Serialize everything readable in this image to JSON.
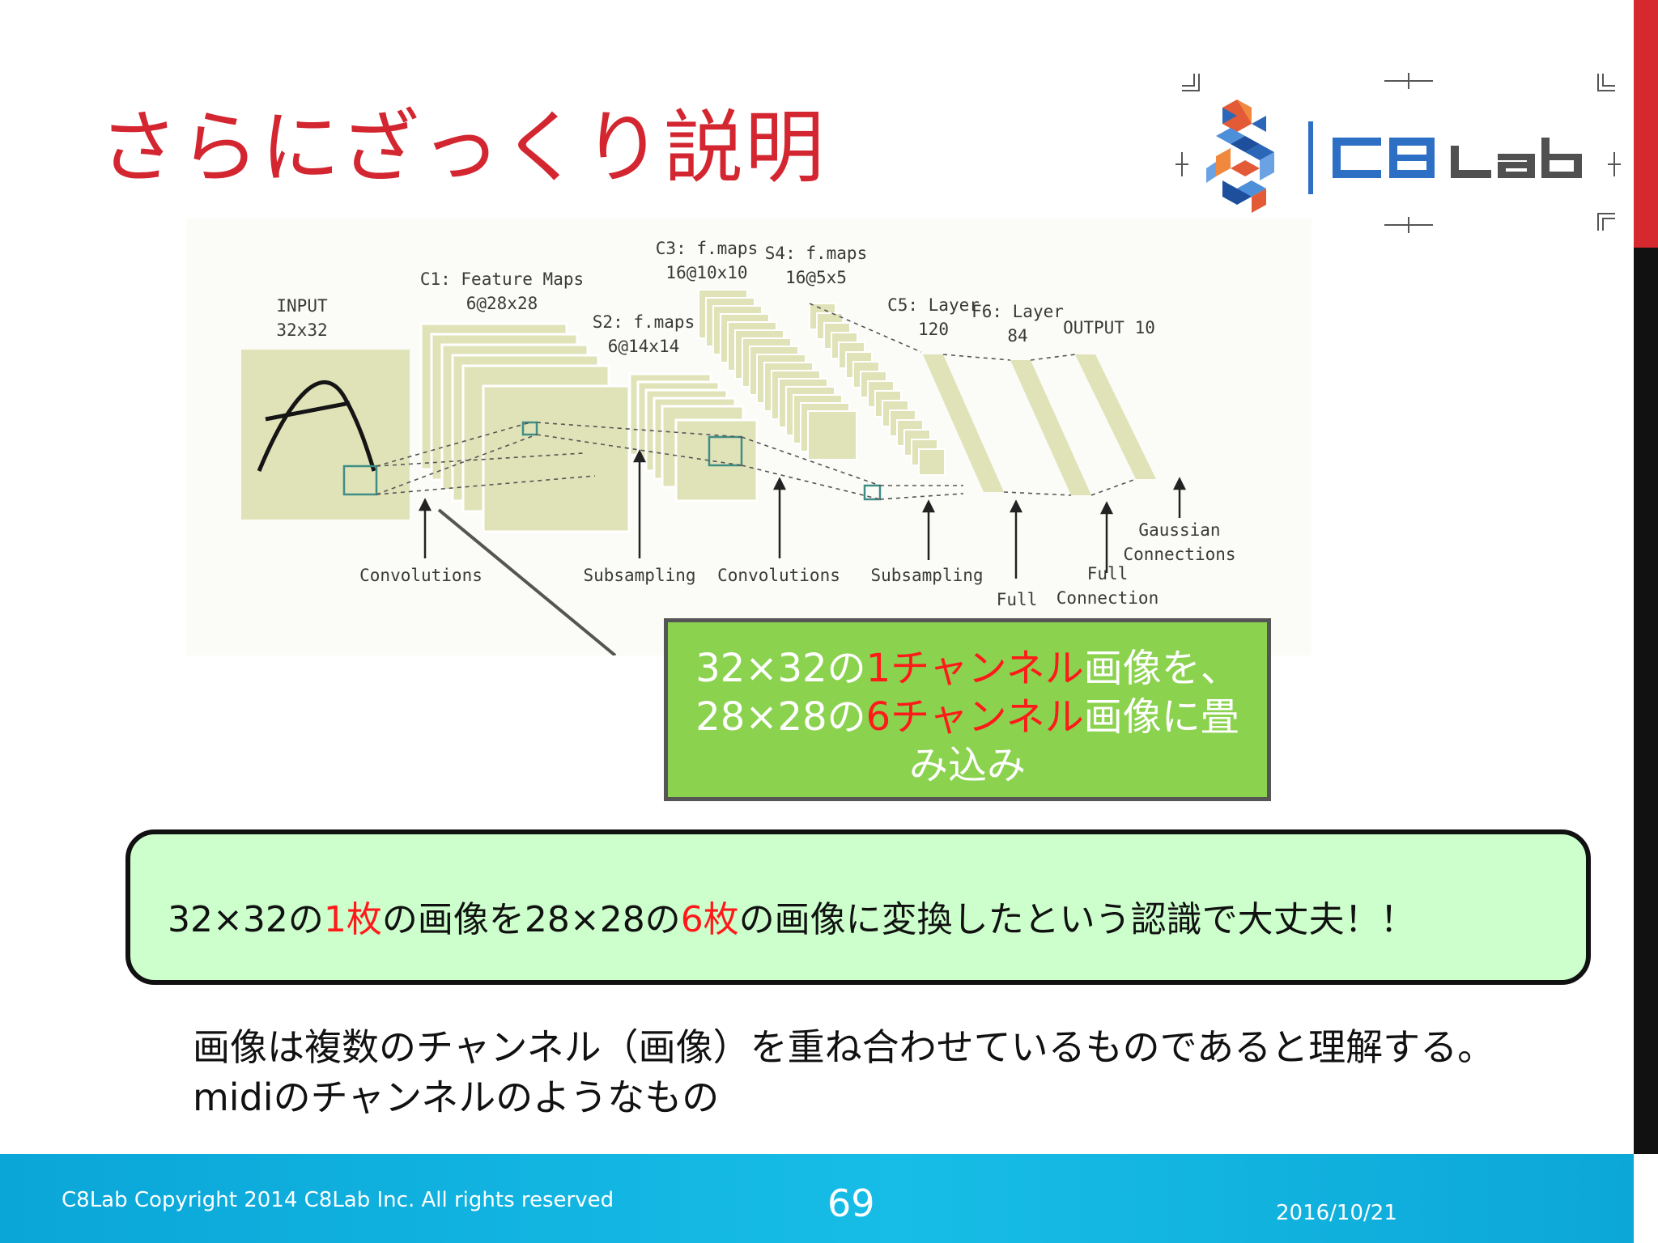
{
  "slide": {
    "title": "さらにざっくり説明",
    "logo_text": "C8 Lab",
    "accent_color": "#d32630"
  },
  "diagram": {
    "labels": {
      "input": [
        "INPUT",
        "32x32"
      ],
      "c1": [
        "C1: Feature Maps",
        "6@28x28"
      ],
      "s2": [
        "S2: f.maps",
        "6@14x14"
      ],
      "c3": [
        "C3: f.maps",
        "16@10x10"
      ],
      "s4": [
        "S4: f.maps",
        "16@5x5"
      ],
      "c5": [
        "C5: Layer",
        "120"
      ],
      "f6": [
        "F6: Layer",
        "84"
      ],
      "output": [
        "OUTPUT 10"
      ]
    },
    "ops": {
      "conv1": "Convolutions",
      "sub1": "Subsampling",
      "conv2": "Convolutions",
      "sub2": "Subsampling",
      "full1": "Full",
      "full2_a": "Full",
      "full2_b": "Connection",
      "gauss_a": "Gaussian",
      "gauss_b": "Connections"
    },
    "input_glyph": "A"
  },
  "callout": {
    "l1a": "32×32の",
    "l1b": "1チャンネル",
    "l1c": "画像を、",
    "l2a": "28×28の",
    "l2b": "6チャンネル",
    "l2c": "画像に畳",
    "l3": "み込み"
  },
  "summary": {
    "a": "32×32の",
    "b": "1枚",
    "c": "の画像を28×28の",
    "d": "6枚",
    "e": "の画像に変換したという認識で大丈夫！！"
  },
  "body": {
    "line1": "画像は複数のチャンネル（画像）を重ね合わせているものであると理解する。",
    "line2": "midiのチャンネルのようなもの"
  },
  "footer": {
    "copyright": "C8Lab Copyright 2014 C8Lab  Inc. All rights reserved",
    "page": "69",
    "date": "2016/10/21"
  }
}
